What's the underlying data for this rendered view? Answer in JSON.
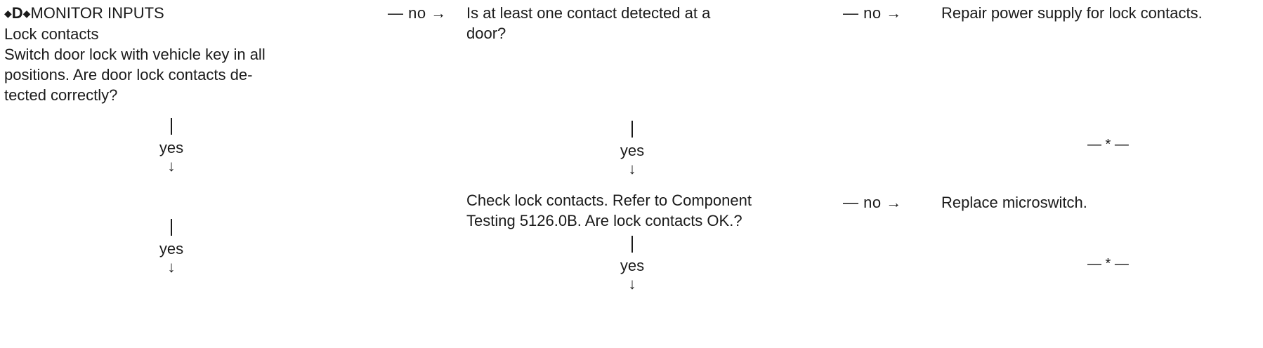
{
  "steps": {
    "d_monitor": {
      "diamond_left": "◆",
      "marker": "D",
      "diamond_right": "◆",
      "title": "MONITOR INPUTS",
      "subtitle": "Lock contacts",
      "lines": [
        "Switch door lock with vehicle key in all",
        "positions. Are door lock contacts de-",
        "tected correctly?"
      ]
    },
    "contact_detected": {
      "lines": [
        "Is at least one contact detected at a",
        "door?"
      ]
    },
    "check_lock_contacts": {
      "lines": [
        "Check lock contacts. Refer to Component",
        "Testing 5126.0B. Are lock contacts OK.?"
      ]
    }
  },
  "outcomes": {
    "repair_power": "Repair power supply for lock contacts.",
    "replace_microswitch": "Replace microswitch."
  },
  "connectors": {
    "no_label": "— no →",
    "yes_label": "yes",
    "down_arrow": "↓",
    "end_mark": "— * —"
  }
}
